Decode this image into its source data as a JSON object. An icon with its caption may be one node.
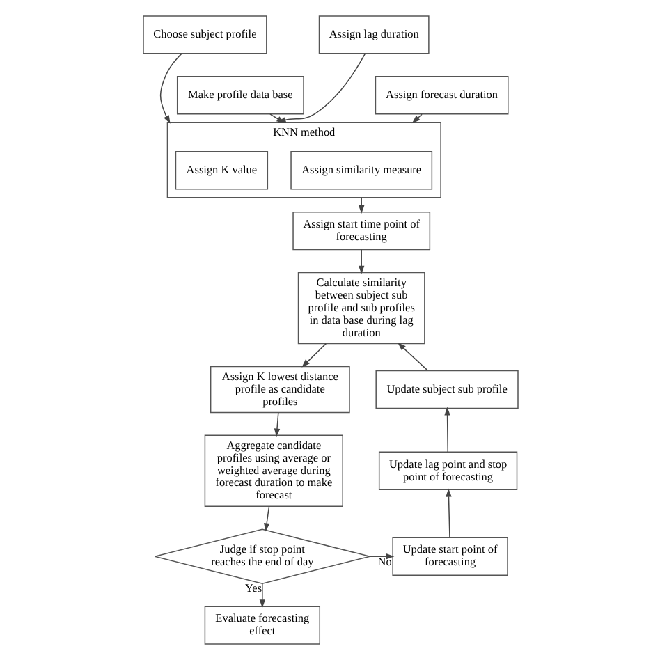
{
  "diagram": {
    "nodes": [
      {
        "text": [
          "Choose subject profile"
        ]
      },
      {
        "text": [
          "KNN method"
        ]
      },
      {
        "text": [
          "Assign K value"
        ],
        "in": 1
      },
      {
        "text": [
          "Assign similarity measure"
        ],
        "in": 1
      },
      {
        "text": [
          "Assign lag duration"
        ]
      },
      {
        "text": [
          "Make profile data base"
        ]
      },
      {
        "text": [
          "Assign forecast duration"
        ]
      },
      {
        "text": [
          "Assign start time point of forecasting"
        ]
      },
      {
        "text": [
          "Calculate similarity between subject sub profile and sub profiles in data base during lag duration"
        ]
      },
      {
        "text": [
          "Assign K lowest distance profile as candidate profiles"
        ]
      },
      {
        "text": [
          "Update subject sub profile"
        ]
      },
      {
        "text": [
          "Aggregate candidate profiles using average or weighted average during forecast duration to make forecast"
        ]
      },
      {
        "text": [
          "Update lag point and stop point of forecasting"
        ]
      },
      {
        "text": [
          "Judge if stop point reaches the end of day"
        ]
      },
      {
        "text": [
          "Update start point of forecasting"
        ]
      },
      {
        "text": [
          "Evaluate forecasting effect"
        ]
      }
    ],
    "edges": [
      {
        "from": 0,
        "to": 1,
        "arrow": "to"
      },
      {
        "from": 5,
        "to": 1,
        "arrow": "to"
      },
      {
        "from": 4,
        "to": 1,
        "arrow": "to"
      },
      {
        "from": 6,
        "to": 1,
        "arrow": "to"
      },
      {
        "from": 1,
        "to": 7,
        "arrow": "to"
      },
      {
        "from": 7,
        "to": 8,
        "arrow": "to"
      },
      {
        "from": 8,
        "to": 9,
        "arrow": "to"
      },
      {
        "from": 9,
        "to": 11,
        "arrow": "to"
      },
      {
        "from": 11,
        "to": 13,
        "arrow": "to"
      },
      {
        "from": 13,
        "to": 14,
        "arrow": "to",
        "label": "No"
      },
      {
        "from": 14,
        "to": 12,
        "arrow": "to"
      },
      {
        "from": 12,
        "to": 10,
        "arrow": "to"
      },
      {
        "from": 10,
        "to": 8,
        "arrow": "to"
      },
      {
        "from": 13,
        "to": 15,
        "arrow": "to",
        "label": "Yes"
      }
    ]
  }
}
